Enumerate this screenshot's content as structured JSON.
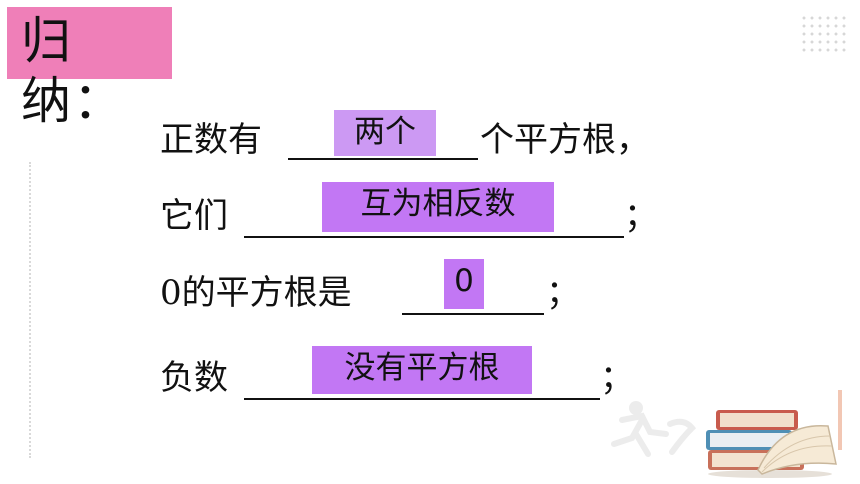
{
  "title": {
    "text": "归纳："
  },
  "lines": [
    {
      "before": "正数有",
      "answer": "两个",
      "after": "个平方根，"
    },
    {
      "before": "它们",
      "answer": "互为相反数",
      "after": "；"
    },
    {
      "before": "0的平方根是",
      "answer": "0",
      "after": "；"
    },
    {
      "before": "负数",
      "answer": "没有平方根",
      "after": "；"
    }
  ],
  "colors": {
    "title_bg": "#ef7fb8",
    "answer_bg": "#c277f4",
    "answer_bg_light": "#cc99f3"
  },
  "icons": [
    "books-stack-icon",
    "runner-watermark-icon",
    "dot-grid-decoration"
  ]
}
